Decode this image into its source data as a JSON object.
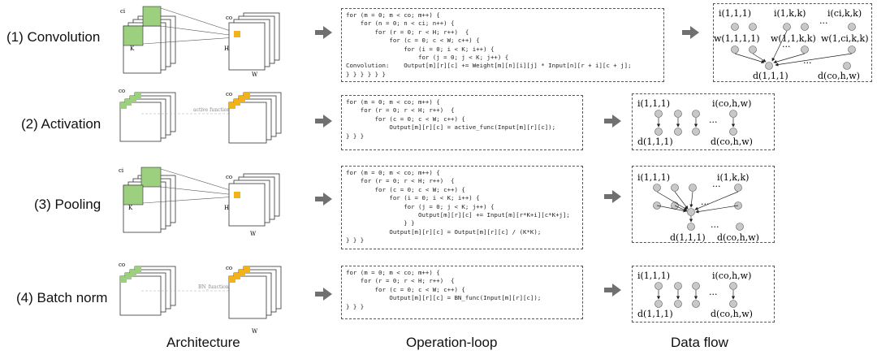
{
  "rows": [
    {
      "label": "(1) Convolution",
      "arch_labels": {
        "ci": "ci",
        "k": "K",
        "co": "co",
        "h": "H",
        "w": "W"
      },
      "code": [
        "for (m = 0; m < co; m++) {",
        "    for (n = 0; n < ci; n++) {",
        "        for (r = 0; r < H; r++)  {",
        "            for (c = 0; c < W; c++) {",
        "                for (i = 0; i < K; i++) {",
        "                    for (j = 0; j < K; j++) {",
        "Convolution:    Output[m][r][c] += Weight[m][n][i][j] * Input[n][r + i][c + j];",
        "} } } } } }"
      ],
      "flow": {
        "inputs": [
          "i(1,1,1)",
          "i(1,k,k)",
          "i(ci,k,k)"
        ],
        "weights": [
          "w(1,1,1,1)",
          "w(1,1,k,k)",
          "w(1,ci,k,k)"
        ],
        "outputs": [
          "d(1,1,1)",
          "d(co,h,w)"
        ],
        "ellipsis": "···"
      }
    },
    {
      "label": "(2) Activation",
      "arch_labels": {
        "co": "co",
        "fn": "active function"
      },
      "code": [
        "for (m = 0; m < co; m++) {",
        "    for (r = 0; r < H; r++)  {",
        "        for (c = 0; c < W; c++) {",
        "            Output[m][r][c] = active_func(Input[m][r][c]);",
        "} } }"
      ],
      "flow": {
        "inputs": [
          "i(1,1,1)",
          "i(co,h,w)"
        ],
        "outputs": [
          "d(1,1,1)",
          "d(co,h,w)"
        ],
        "ellipsis": "···"
      }
    },
    {
      "label": "(3) Pooling",
      "arch_labels": {
        "ci": "ci",
        "k": "K",
        "co": "co",
        "h": "H",
        "w": "W"
      },
      "code": [
        "for (m = 0; m < co; m++) {",
        "    for (r = 0; r < H; r++)  {",
        "        for (c = 0; c < W; c++) {",
        "            for (i = 0; i < K; i++) {",
        "                for (j = 0; j < K; j++) {",
        "                    Output[m][r][c] += Input[m][r*K+i][c*K+j];",
        "                } }",
        "            Output[m][r][c] = Output[m][r][c] / (K*K);",
        "} } }"
      ],
      "flow": {
        "inputs": [
          "i(1,1,1)",
          "i(1,k,k)"
        ],
        "outputs": [
          "d(1,1,1)",
          "d(co,h,w)"
        ],
        "ellipsis": "···"
      }
    },
    {
      "label": "(4) Batch norm",
      "arch_labels": {
        "co": "co",
        "fn": "BN_function",
        "w": "W"
      },
      "code": [
        "for (m = 0; m < co; m++) {",
        "    for (r = 0; r < H; r++)  {",
        "        for (c = 0; c < W; c++) {",
        "            Output[m][r][c] = BN_func(Input[m][r][c]);",
        "} } }"
      ],
      "flow": {
        "inputs": [
          "i(1,1,1)",
          "i(co,h,w)"
        ],
        "outputs": [
          "d(1,1,1)",
          "d(co,h,w)"
        ],
        "ellipsis": "···"
      }
    }
  ],
  "captions": {
    "architecture": "Architecture",
    "operation_loop": "Operation-loop",
    "data_flow": "Data flow"
  },
  "colors": {
    "green": "#9ccf7e",
    "orange": "#f2b21b",
    "arrow": "#707070",
    "node": "#c8c8c8"
  }
}
